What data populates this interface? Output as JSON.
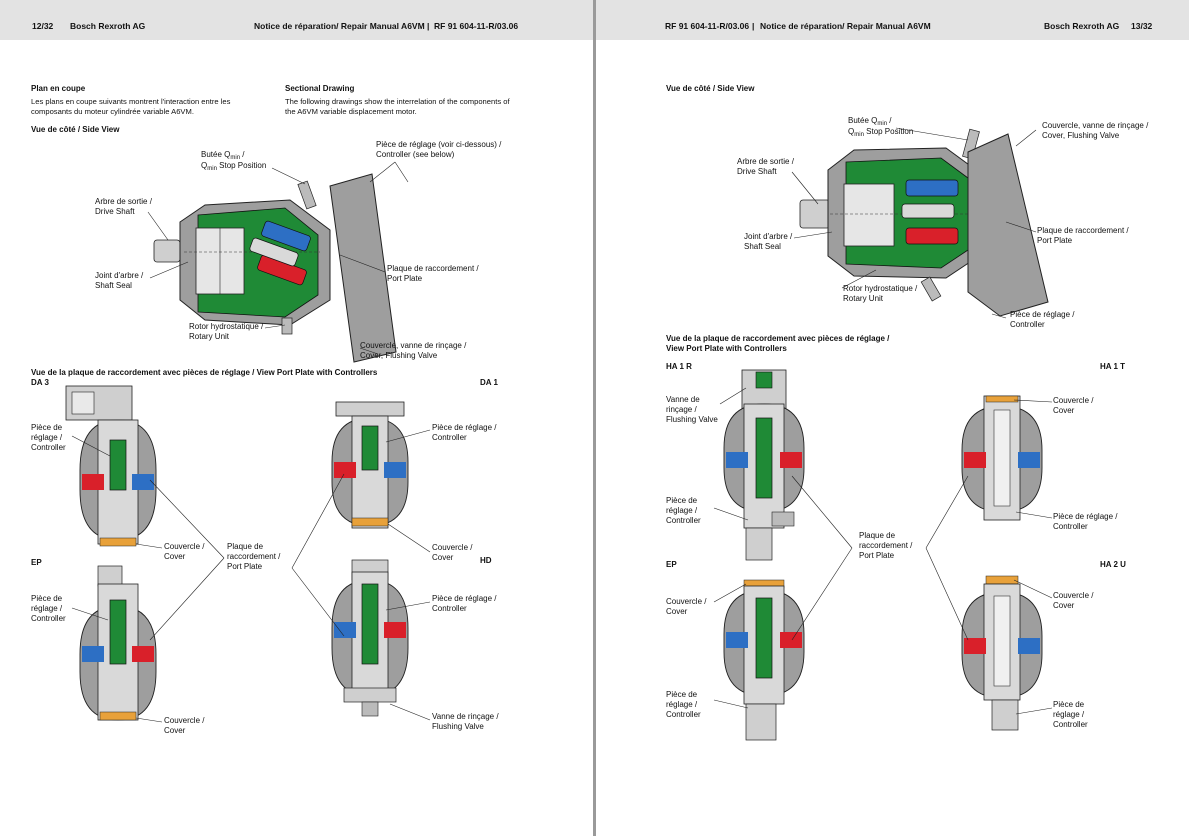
{
  "left_page": {
    "header": {
      "page_number": "12/32",
      "company": "Bosch Rexroth AG",
      "manual_title": "Notice de réparation/ Repair Manual A6VM",
      "doc_ref": "RF 91 604-11-R/03.06"
    },
    "section_fr": {
      "title": "Plan en coupe",
      "text": "Les plans en coupe suivants montrent l'interaction entre les composants du moteur cylindrée variable A6VM."
    },
    "section_en": {
      "title": "Sectional Drawing",
      "text": "The following drawings show the interrelation of the components of the A6VM variable displacement motor."
    },
    "side_view_title": "Vue de côté / Side View",
    "side_view_labels": {
      "drive_shaft_1": "Arbre de sortie /",
      "drive_shaft_2": "Drive Shaft",
      "stop_1": "Butée Q",
      "stop_1_sub": "min",
      "stop_1_end": " /",
      "stop_2_sub": "min",
      "stop_2": " Stop Position",
      "controller_1": "Pièce de réglage (voir ci-dessous) /",
      "controller_2": "Controller (see below)",
      "seal_1": "Joint d'arbre /",
      "seal_2": "Shaft Seal",
      "port_1": "Plaque de raccordement /",
      "port_2": "Port Plate",
      "rotor_1": "Rotor hydrostatique /",
      "rotor_2": "Rotary Unit",
      "cover_1": "Couvercle, vanne de rinçage /",
      "cover_2": "Cover, Flushing Valve"
    },
    "port_view_title": "Vue de la plaque de raccordement avec pièces de réglage / View Port Plate with Controllers",
    "variants": {
      "da3": "DA 3",
      "da1": "DA 1",
      "ep": "EP",
      "hd": "HD"
    },
    "port_labels": {
      "ctrl_1": "Pièce de",
      "ctrl_2": "réglage /",
      "ctrl_3": "Controller",
      "ctrl_a": "Pièce de réglage /",
      "cover_a": "Couvercle /",
      "cover_b": "Cover",
      "plate_1": "Plaque de",
      "plate_2": "raccordement /",
      "plate_3": "Port Plate",
      "flush_1": "Vanne de rinçage /",
      "flush_2": "Flushing Valve"
    }
  },
  "right_page": {
    "header": {
      "doc_ref": "RF 91 604-11-R/03.06",
      "manual_title": "Notice de réparation/ Repair Manual A6VM",
      "company": "Bosch Rexroth AG",
      "page_number": "13/32"
    },
    "side_view_title": "Vue de côté / Side View",
    "side_view_labels": {
      "stop_1": "Butée Q",
      "stop_1_sub": "min",
      "stop_1_end": " /",
      "stop_2_sub": "min",
      "stop_2": " Stop Position",
      "cover_1": "Couvercle, vanne de rinçage /",
      "cover_2": "Cover, Flushing Valve",
      "drive_1": "Arbre de sortie /",
      "drive_2": "Drive Shaft",
      "seal_1": "Joint d'arbre /",
      "seal_2": "Shaft Seal",
      "port_1": "Plaque de raccordement /",
      "port_2": "Port Plate",
      "rotor_1": "Rotor hydrostatique /",
      "rotor_2": "Rotary Unit",
      "ctrl_1": "Pièce de réglage /",
      "ctrl_2": "Controller"
    },
    "port_view_title_1": "Vue de la plaque de raccordement avec pièces de réglage /",
    "port_view_title_2": "View Port Plate with Controllers",
    "variants": {
      "ha1r": "HA 1 R",
      "ha1t": "HA 1 T",
      "ep": "EP",
      "ha2u": "HA 2 U"
    },
    "port_labels": {
      "flush_1": "Vanne de",
      "flush_2": "rinçage /",
      "flush_3": "Flushing Valve",
      "ctrl_1": "Pièce de",
      "ctrl_2": "réglage /",
      "ctrl_3": "Controller",
      "cover_a": "Couvercle /",
      "cover_b": "Cover",
      "plate_1": "Plaque de",
      "plate_2": "raccordement /",
      "plate_3": "Port Plate",
      "ctrl_a": "Pièce de réglage /"
    }
  },
  "colors": {
    "housing": "#9e9e9e",
    "green": "#1f8a36",
    "red": "#d9202a",
    "blue": "#2d6fc4",
    "page_bg": "#ffffff",
    "header_bg": "#e3e3e3",
    "gutter": "#9a9a9a"
  }
}
